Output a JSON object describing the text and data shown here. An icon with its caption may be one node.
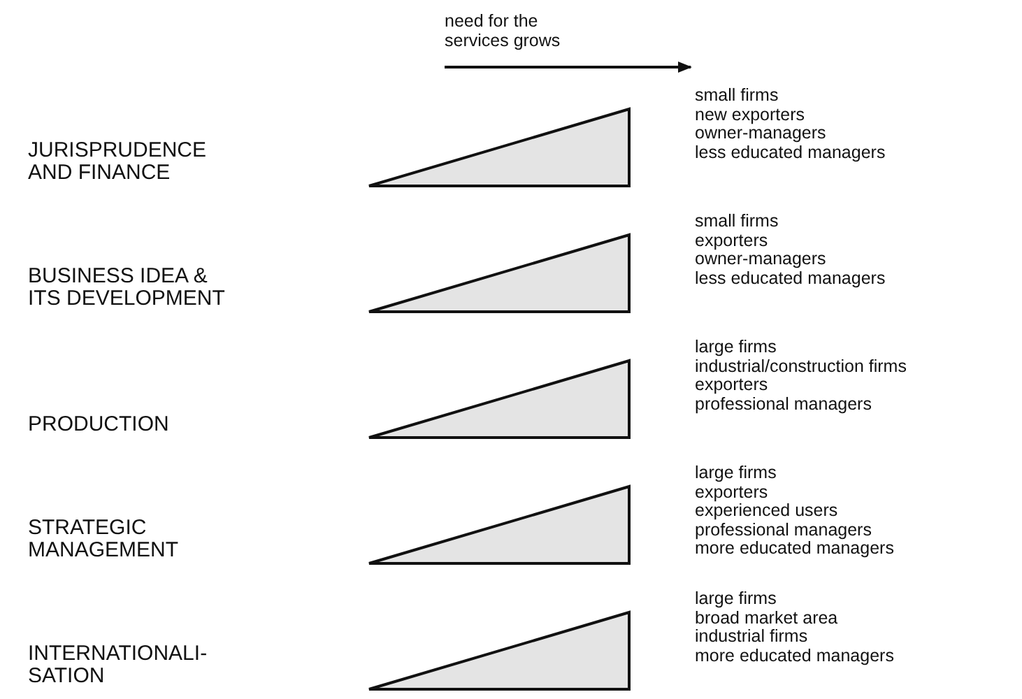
{
  "diagram": {
    "nodes": [
      {
        "text": [],
        "shape": "triangle",
        "beside": [
          "small firms",
          "new exporters",
          "owner-managers",
          "less educated managers"
        ]
      },
      {
        "text": [],
        "shape": "triangle",
        "beside": [
          "small firms",
          "exporters",
          "owner-managers",
          "less educated managers"
        ]
      },
      {
        "text": [],
        "shape": "triangle",
        "beside": [
          "large firms",
          "industrial/construction firms",
          "exporters",
          "professional managers"
        ]
      },
      {
        "text": [],
        "shape": "triangle",
        "beside": [
          "large firms",
          "exporters",
          "experienced users",
          "professional managers",
          "more educated managers"
        ]
      },
      {
        "text": [],
        "shape": "triangle",
        "beside": [
          "large firms",
          "broad market area",
          "industrial firms",
          "more educated managers"
        ]
      }
    ],
    "edges": [],
    "labels": [
      "need for the services grows",
      "JURISPRUDENCE AND FINANCE",
      "BUSINESS IDEA & ITS DEVELOPMENT",
      "PRODUCTION",
      "STRATEGIC MANAGEMENT",
      "INTERNATIONALI- SATION"
    ]
  }
}
